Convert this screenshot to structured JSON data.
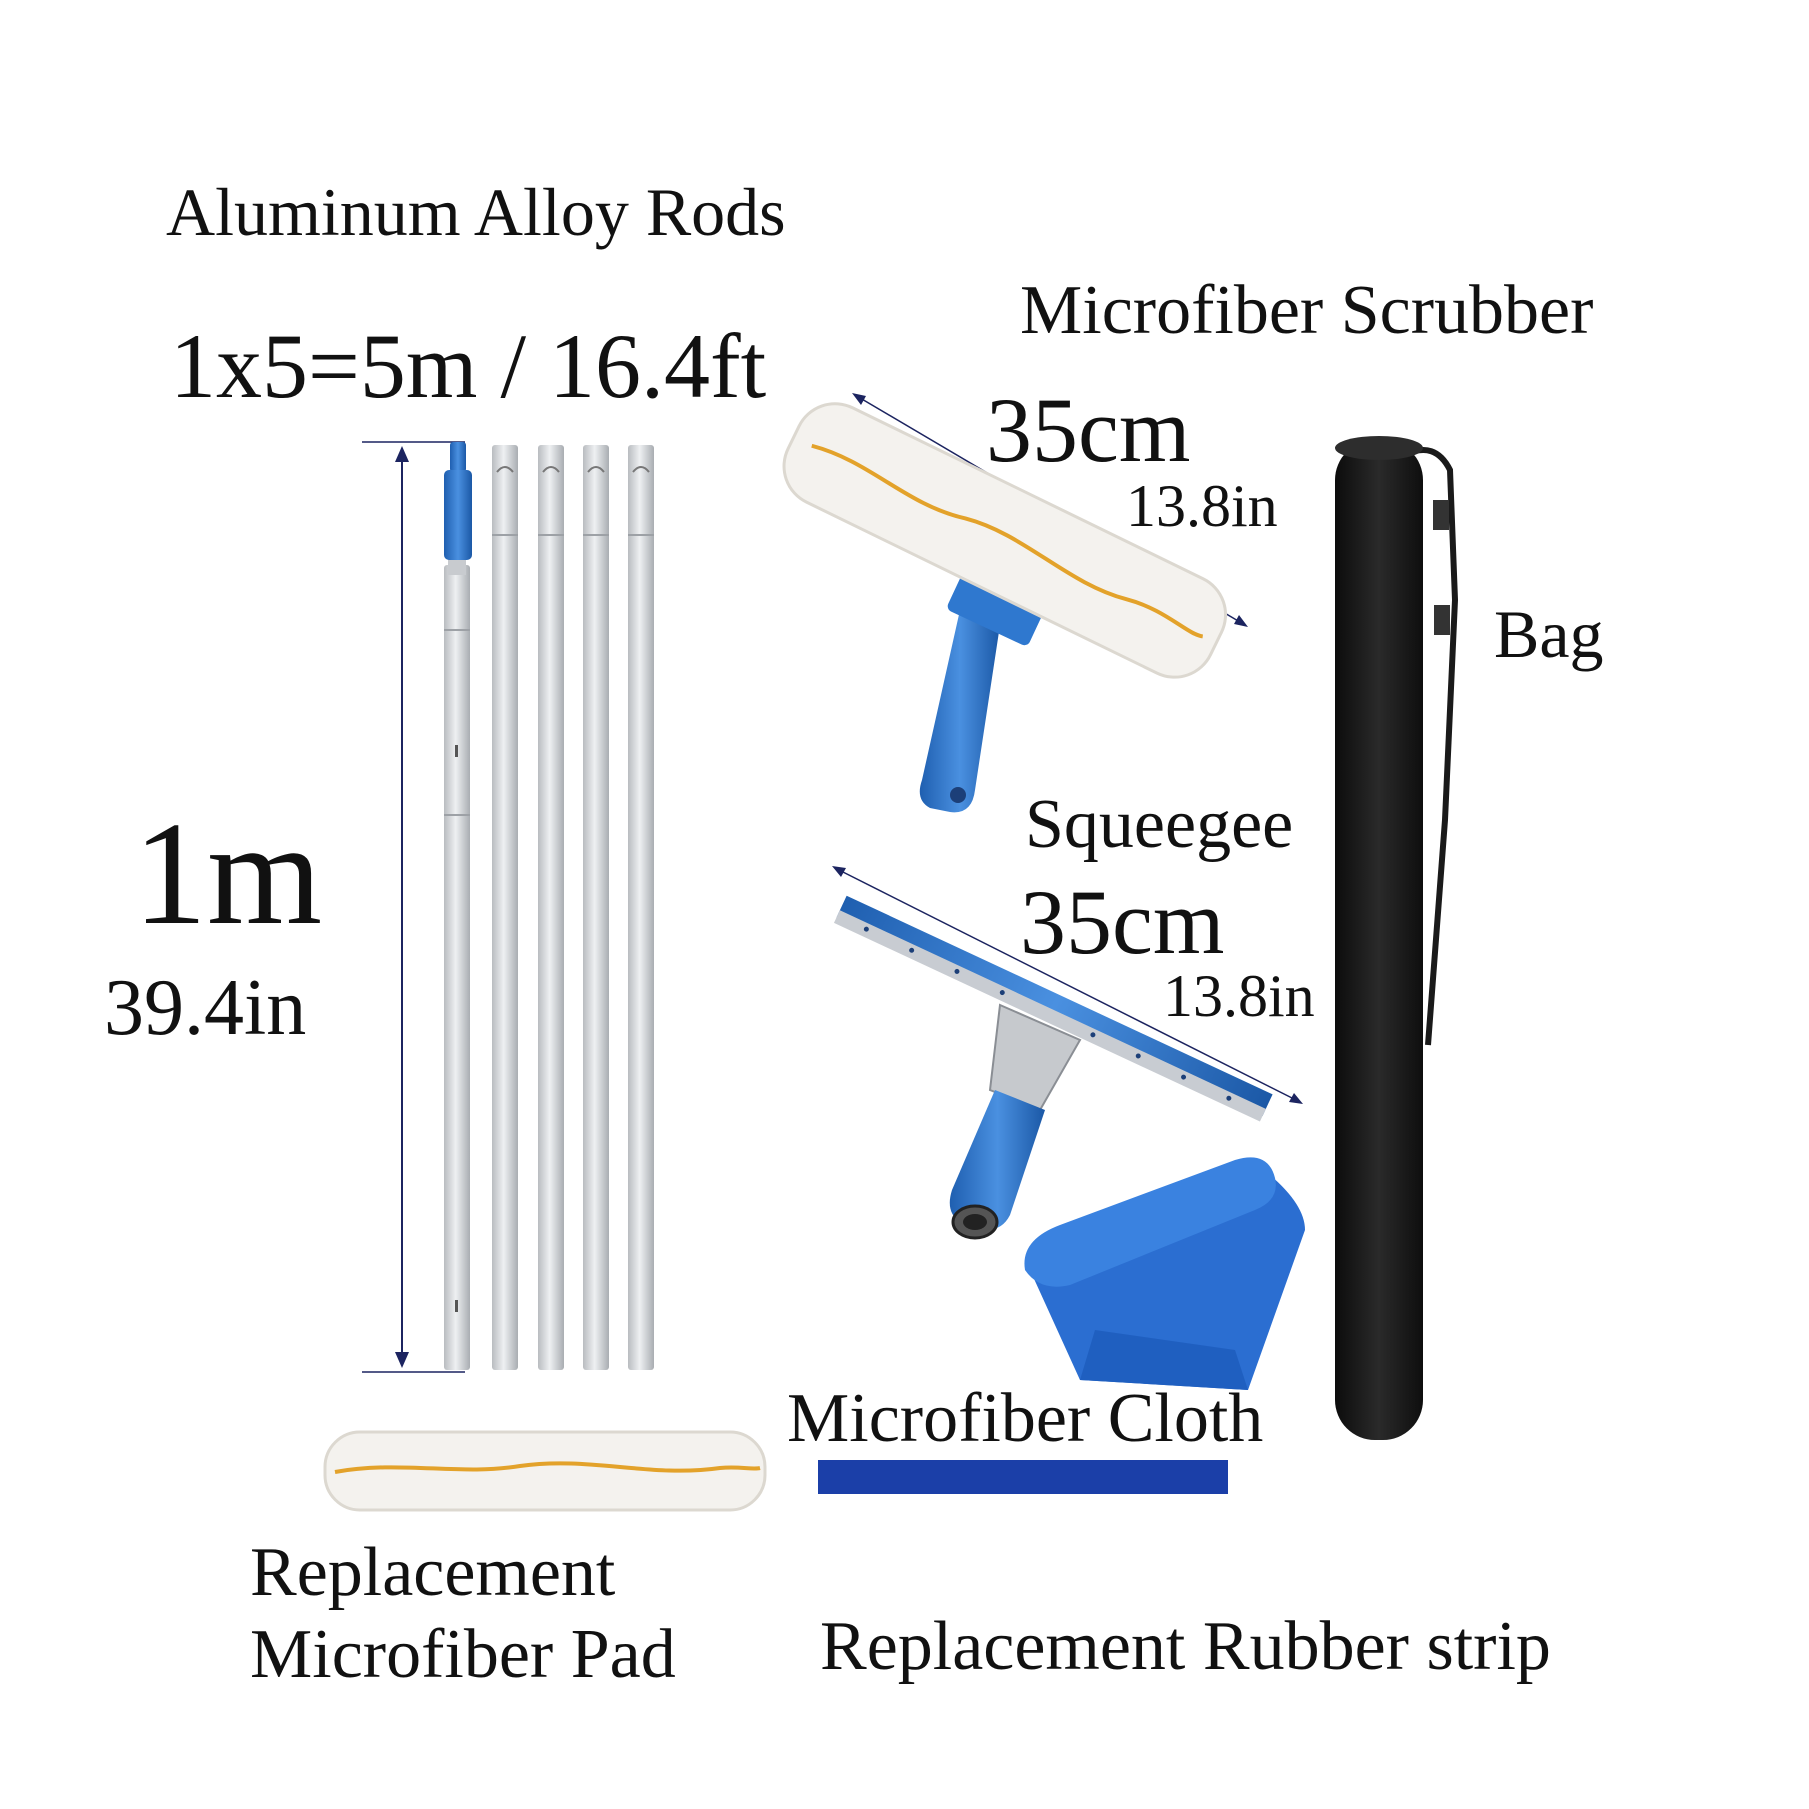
{
  "labels": {
    "rods_title": "Aluminum Alloy Rods",
    "rods_size": "1x5=5m / 16.4ft",
    "rod_length_m": "1m",
    "rod_length_in": "39.4in",
    "scrubber_title": "Microfiber Scrubber",
    "scrubber_cm": "35cm",
    "scrubber_in": "13.8in",
    "bag": "Bag",
    "squeegee_title": "Squeegee",
    "squeegee_cm": "35cm",
    "squeegee_in": "13.8in",
    "cloth": "Microfiber Cloth",
    "pad_line1": "Replacement",
    "pad_line2": "Microfiber Pad",
    "strip": "Replacement Rubber strip"
  },
  "colors": {
    "accent_blue": "#2f78cf",
    "strip_blue": "#1b3fa8",
    "aluminum": "#d8dadd",
    "fiber_white": "#f4f2ee",
    "fiber_stripe": "#e3a22a",
    "bag_black": "#1a1a1a",
    "dimension_line": "#1c2460"
  }
}
